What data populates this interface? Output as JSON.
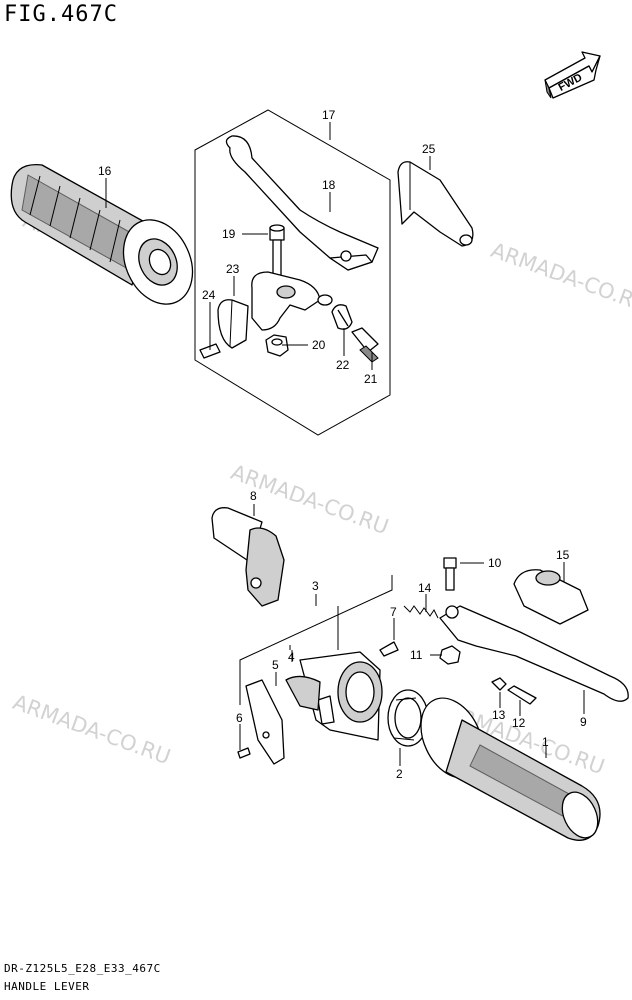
{
  "figure": {
    "title": "FIG.467C",
    "code": "DR-Z125L5_E28_E33_467C",
    "caption": "HANDLE LEVER",
    "fwd_label": "FWD"
  },
  "watermarks": [
    "ARMADA-CO.RU",
    "ARMADA-CO.RU",
    "ARMADA-CO.RU",
    "ARMADA-CO.RU",
    "ARMADA-CO.RU"
  ],
  "callouts": [
    "1",
    "2",
    "3",
    "4",
    "5",
    "6",
    "7",
    "8",
    "9",
    "10",
    "11",
    "12",
    "13",
    "14",
    "15",
    "16",
    "17",
    "18",
    "19",
    "20",
    "21",
    "22",
    "23",
    "24",
    "25"
  ]
}
